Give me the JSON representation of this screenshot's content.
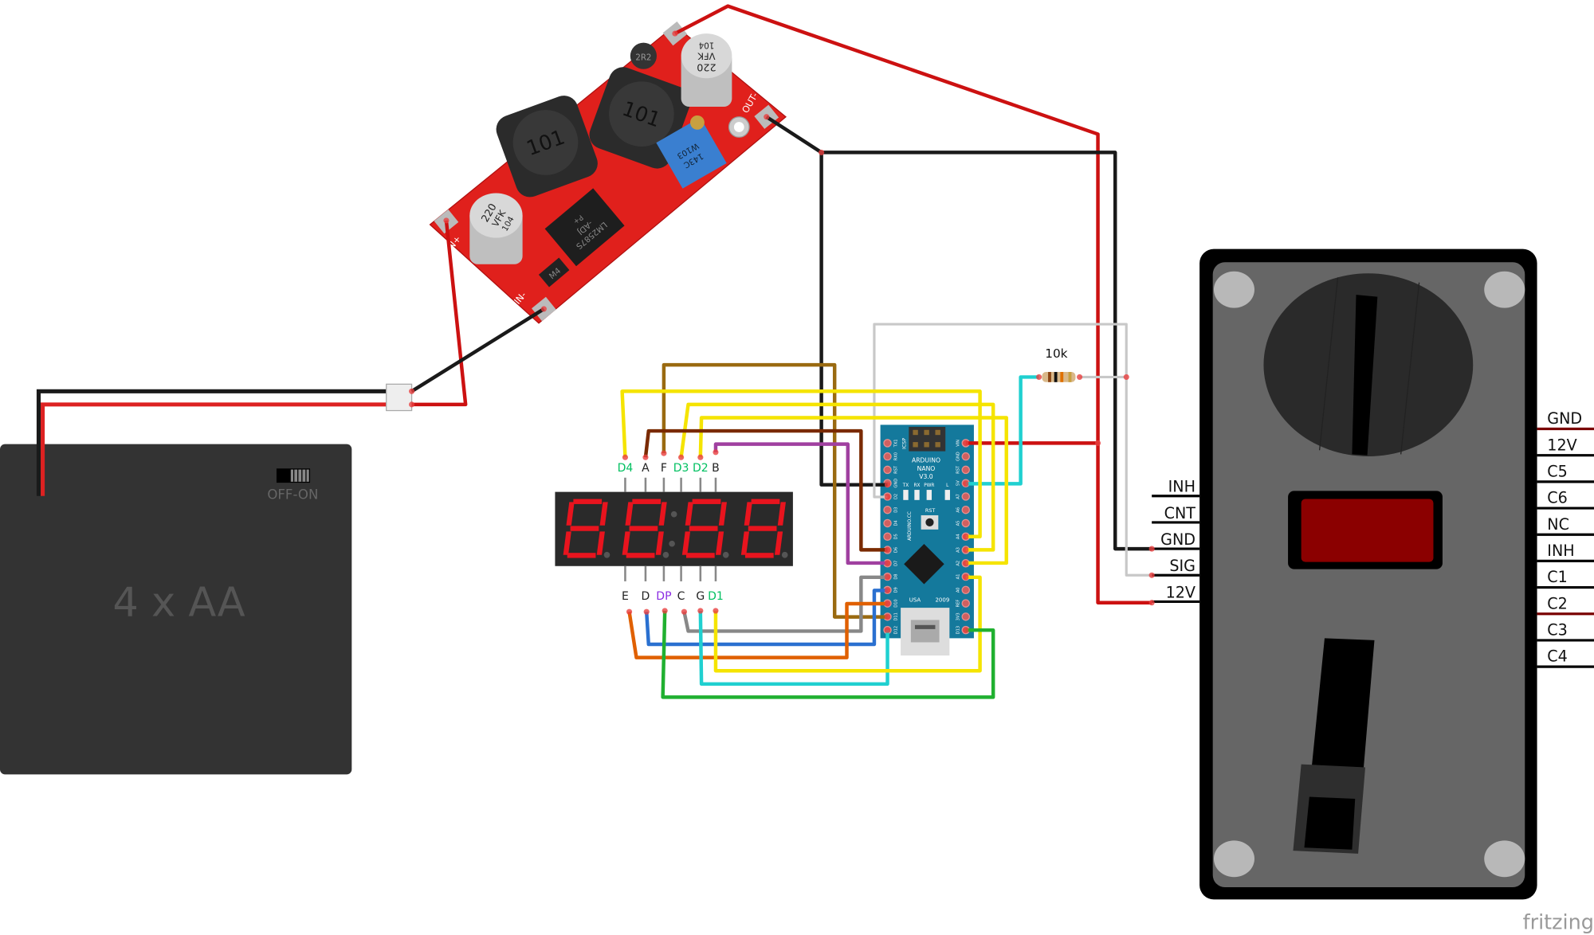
{
  "battery": {
    "label": "4 x AA",
    "switch_label": "OFF-ON",
    "color": "#333333"
  },
  "converter": {
    "inductor1": "101",
    "inductor2": "101",
    "cap_in": [
      "220",
      "VFK",
      "104"
    ],
    "cap_out": [
      "220",
      "VFK",
      "104"
    ],
    "ic": [
      "LM2587S",
      "-ADJ",
      "P+"
    ],
    "pot": [
      "143C",
      "W103"
    ],
    "small_inductor": "2R2",
    "diode": "M4",
    "pad_in_plus": "IN+",
    "pad_in_minus": "IN-",
    "pad_out_minus": "OUT-",
    "board_color": "#e0201c"
  },
  "resistor": {
    "label": "10k"
  },
  "arduino": {
    "brand": "ARDUINO",
    "model": "NANO",
    "version": "V3.0",
    "site": "ARDUINO.CC",
    "country": "USA",
    "year": "2009",
    "reset": "RST",
    "icsp": "ICSP",
    "leds": [
      "TX",
      "RX",
      "PWR",
      "L"
    ],
    "left_pins": [
      "TX1",
      "RX0",
      "RST",
      "GND",
      "D2",
      "D3",
      "D4",
      "D5",
      "D6",
      "D7",
      "D8",
      "D9",
      "D10",
      "D11",
      "D12"
    ],
    "right_pins": [
      "VIN",
      "GND",
      "RST",
      "5V",
      "A7",
      "A6",
      "A5",
      "A4",
      "A3",
      "A2",
      "A1",
      "A0",
      "REF",
      "3V3",
      "D13"
    ],
    "board_color": "#14799c"
  },
  "display": {
    "top_pins": [
      {
        "label": "D4",
        "color": "#00c060"
      },
      {
        "label": "A",
        "color": "#222222"
      },
      {
        "label": "F",
        "color": "#222222"
      },
      {
        "label": "D3",
        "color": "#00c060"
      },
      {
        "label": "D2",
        "color": "#00c060"
      },
      {
        "label": "B",
        "color": "#222222"
      }
    ],
    "bottom_pins": [
      {
        "label": "E",
        "color": "#222222"
      },
      {
        "label": "D",
        "color": "#222222"
      },
      {
        "label": "DP",
        "color": "#8a2be2"
      },
      {
        "label": "C",
        "color": "#222222"
      },
      {
        "label": "G",
        "color": "#222222"
      },
      {
        "label": "D1",
        "color": "#00c060"
      }
    ],
    "segment_color": "#e8141e"
  },
  "coin_acceptor": {
    "left_pins": [
      "INH",
      "CNT",
      "GND",
      "SIG",
      "12V"
    ],
    "right_pins": [
      "GND",
      "12V",
      "C5",
      "C6",
      "NC",
      "INH",
      "C1",
      "C2",
      "C3",
      "C4"
    ],
    "window_color": "#8b0000"
  },
  "wire_colors": {
    "red": "#cc1111",
    "black": "#1a1a1a",
    "gray": "#c8c8c8",
    "yellow": "#f5e400",
    "brown": "#9a6a10",
    "darkred": "#7a2a00",
    "purple": "#a040a0",
    "dgray": "#888888",
    "blue": "#2a70d0",
    "orange": "#e06000",
    "cyan": "#20d0d0",
    "green": "#20b030"
  },
  "watermark": "fritzing"
}
